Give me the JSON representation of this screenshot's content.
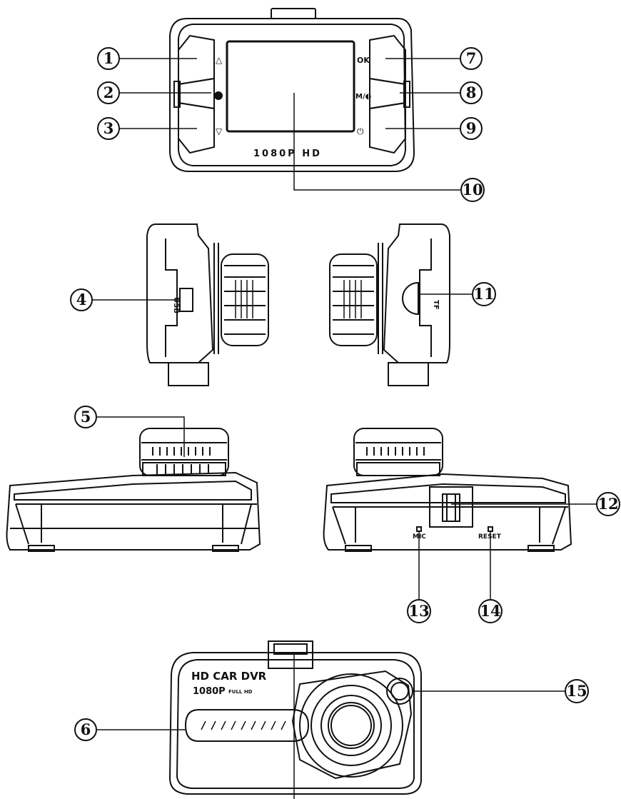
{
  "callouts": {
    "c1": "1",
    "c2": "2",
    "c3": "3",
    "c4": "4",
    "c5": "5",
    "c6": "6",
    "c7": "7",
    "c8": "8",
    "c9": "9",
    "c10": "10",
    "c11": "11",
    "c12": "12",
    "c13": "13",
    "c14": "14",
    "c15": "15"
  },
  "device_labels": {
    "screen_logo": "1080P HD",
    "ok": "OK",
    "mode": "M/◐",
    "power": "⏻",
    "up_arrow": "△",
    "down_arrow": "▽",
    "usb": "USB",
    "tf": "TF",
    "mic": "MIC",
    "reset": "RESET",
    "front_title": "HD CAR DVR",
    "front_subtitle": "1080P",
    "front_small": "FULL HD"
  },
  "colors": {
    "line": "#111111",
    "background": "#ffffff"
  }
}
